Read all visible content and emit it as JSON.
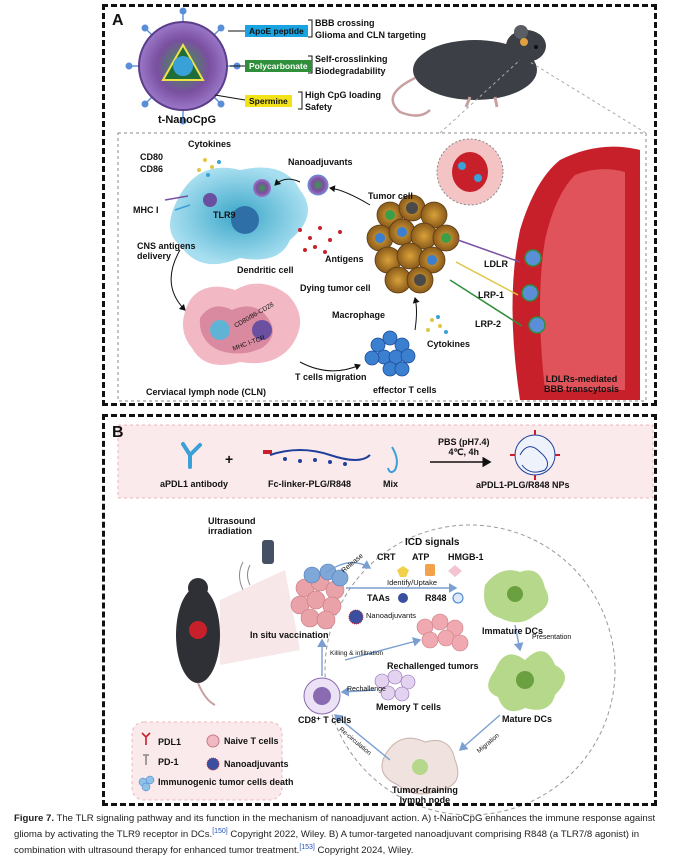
{
  "panel_a": {
    "label": "A",
    "nanoparticle_name": "t-NanoCpG",
    "components": [
      {
        "tag": "ApoE peptide",
        "color": "#19a3e0",
        "text_color": "#111111",
        "features": [
          "BBB crossing",
          "Glioma and CLN targeting"
        ]
      },
      {
        "tag": "Polycarbonate",
        "color": "#2f8f3a",
        "text_color": "#ffffff",
        "features": [
          "Self-crosslinking",
          "Biodegradability"
        ]
      },
      {
        "tag": "Spermine",
        "color": "#f2e21a",
        "text_color": "#111111",
        "features": [
          "High CpG loading",
          "Safety"
        ]
      }
    ],
    "labels": {
      "cytokines_top": "Cytokines",
      "cd80": "CD80",
      "cd86": "CD86",
      "mhc": "MHC I",
      "tlr9": "TLR9",
      "nanoadjuvants": "Nanoadjuvants",
      "tumor_cell": "Tumor cell",
      "cns": "CNS antigens\ndelivery",
      "antigens": "Antigens",
      "dendritic": "Dendritic cell",
      "dying": "Dying tumor cell",
      "macrophage": "Macrophage",
      "ldlr": "LDLR",
      "lrp1": "LRP-1",
      "lrp2": "LRP-2",
      "cytokines_bottom": "Cytokines",
      "cd28": "CD80/86-CD28",
      "mhc_tcr": "MHC I-TCR",
      "tcell_migration": "T cells migration",
      "cln": "Cerviacal lymph node (CLN)",
      "effector": "effector T cells",
      "bbb": "LDLRs-mediated\nBBB transcytosis"
    }
  },
  "panel_b": {
    "label": "B",
    "synthesis": {
      "antibody": "aPDL1 antibody",
      "plus": "+",
      "linker": "Fc-linker-PLG/R848",
      "mix": "Mix",
      "conditions": "PBS (pH7.4)\n4℃, 4h",
      "product": "aPDL1-PLG/R848 NPs"
    },
    "labels": {
      "ultrasound": "Ultrasound\nirradiation",
      "icd": "ICD signals",
      "crt": "CRT",
      "atp": "ATP",
      "hmgb": "HMGB-1",
      "release": "Release",
      "identify": "Identify/Uptake",
      "taas": "TAAs",
      "r848": "R848",
      "immature": "Immature DCs",
      "insitu": "In situ vaccination",
      "nanoadj": "Nanoadjuvants",
      "presentation": "Presentation",
      "killing": "Killing & infiltration",
      "rechallenged": "Rechallenged tumors",
      "rechallenge": "Rechallenge",
      "cd8": "CD8⁺ T cells",
      "memory": "Memory T cells",
      "mature": "Mature DCs",
      "recirc": "Re-circulation",
      "migration": "Migration",
      "draining": "Tumor-draining\nlymph node"
    },
    "legend": [
      {
        "icon": "pdl1-icon",
        "text": "PDL1"
      },
      {
        "icon": "pd1-icon",
        "text": "PD-1"
      },
      {
        "icon": "immunogenic-death-icon",
        "text": "Immunogenic tumor cells death"
      },
      {
        "icon": "naive-tcell-icon",
        "text": "Naive T cells"
      },
      {
        "icon": "nanoadjuvant-icon",
        "text": "Nanoadjuvants"
      }
    ]
  },
  "caption": {
    "figure": "Figure 7.",
    "text1": " The TLR signaling pathway and its function in the mechanism of nanoadjuvant action. A) t-NanoCpG enhances the immune response against glioma by activating the TLR9 receptor in DCs.",
    "ref1": "[150]",
    "text2": " Copyright 2022, Wiley. B) A tumor-targeted nanoadjuvant comprising R848 (a TLR7/8 agonist) in combination with ultrasound therapy for enhanced tumor treatment.",
    "ref2": "[153]",
    "text3": " Copyright 2024, Wiley."
  },
  "colors": {
    "blue": "#19a3e0",
    "green": "#2f8f3a",
    "yellow": "#f2e21a",
    "pink": "#f6d9dc",
    "red": "#c8202a"
  }
}
